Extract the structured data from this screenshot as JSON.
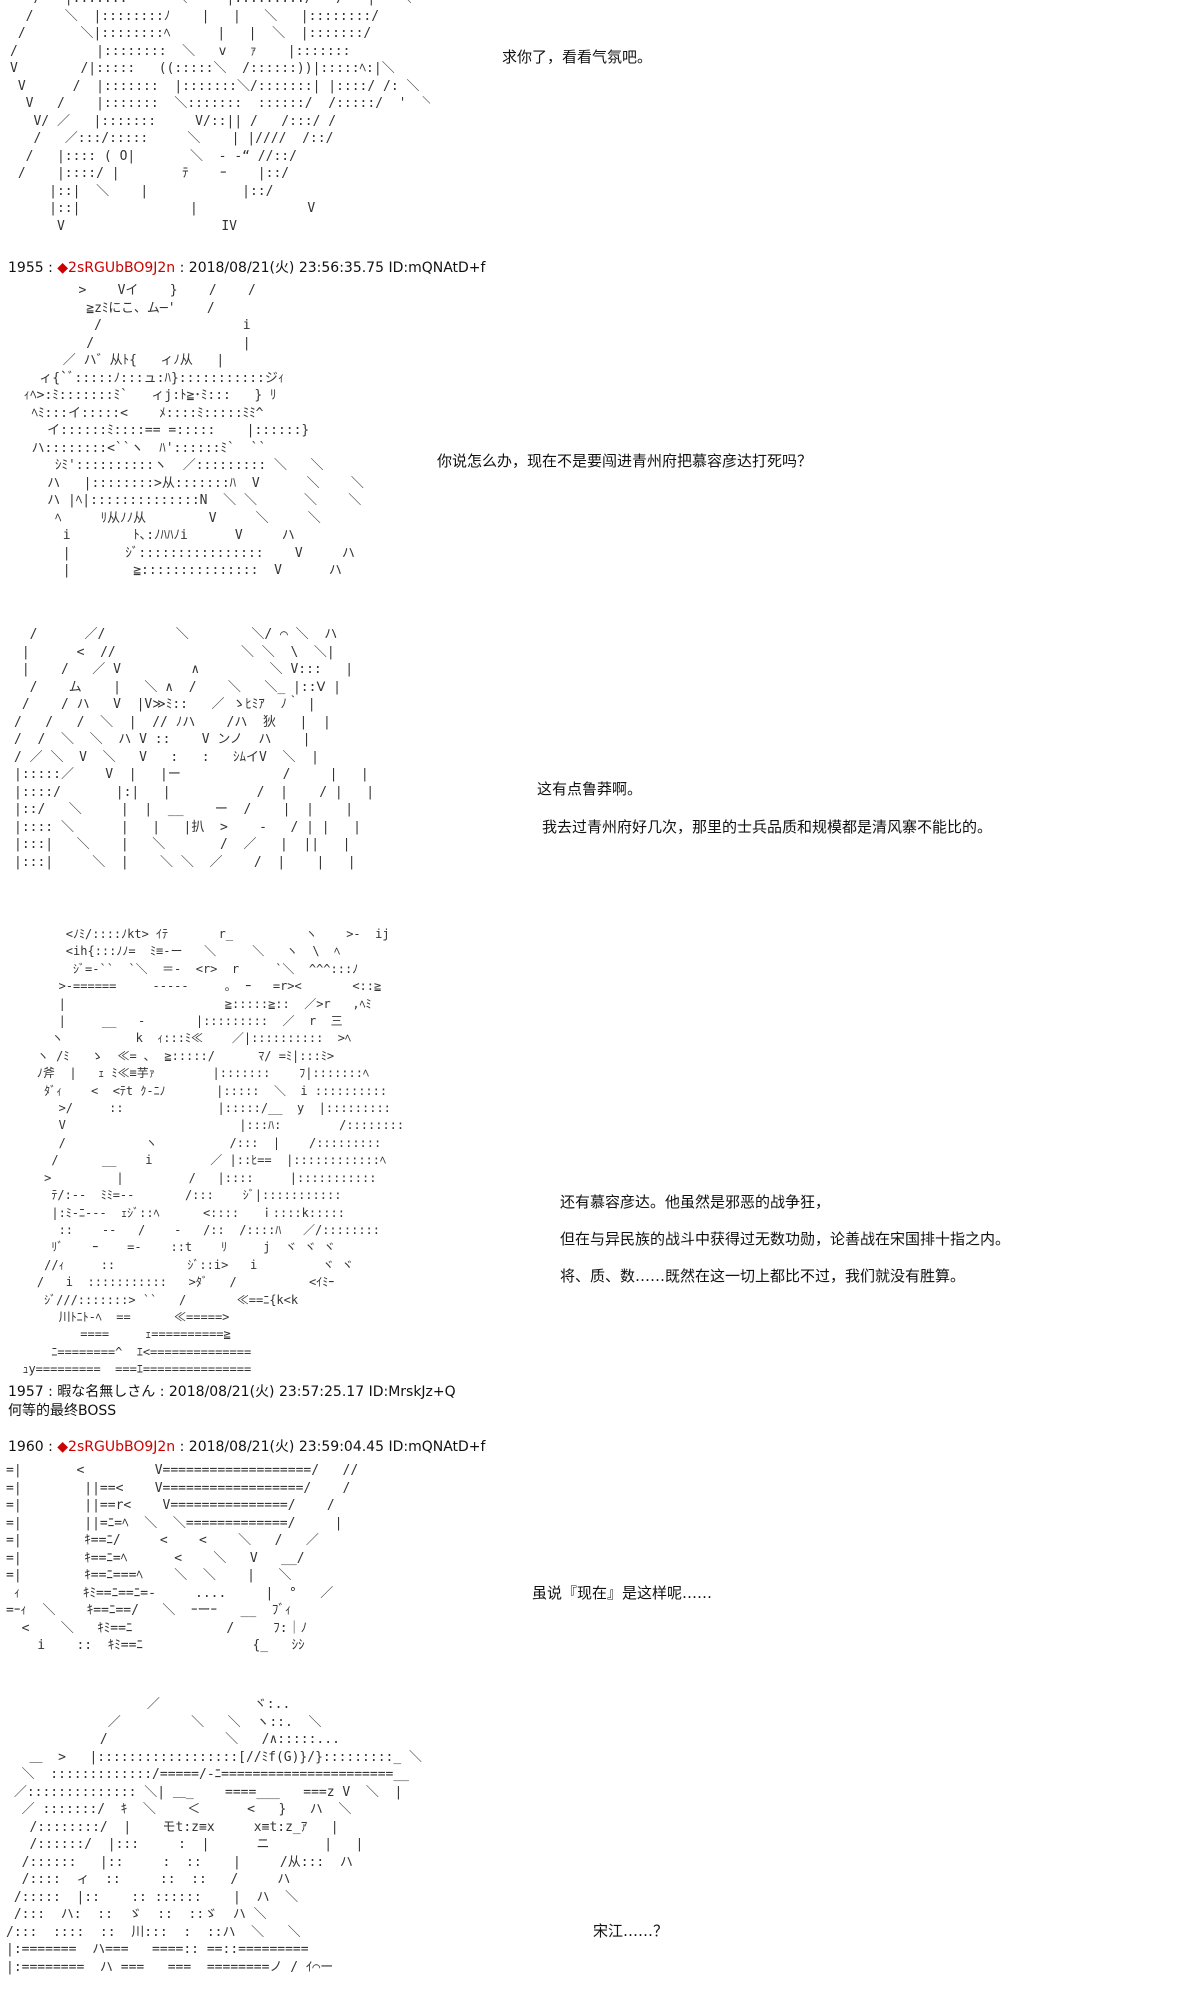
{
  "posts": [
    {
      "number": "1955",
      "name": "2sRGUbBO9J2n",
      "datetime": "2018/08/21(火) 23:56:35.75",
      "id": "ID:mQNAtD+f"
    },
    {
      "number": "1957",
      "name": "暇な名無しさん",
      "datetime": "2018/08/21(火) 23:57:25.17",
      "id": "ID:MrskJz+Q",
      "body": "何等的最终BOSS"
    },
    {
      "number": "1960",
      "name": "2sRGUbBO9J2n",
      "datetime": "2018/08/21(火) 23:59:04.45",
      "id": "ID:mQNAtD+f"
    }
  ],
  "separator": " : ",
  "diamond": "◆",
  "dialogue": {
    "d1": "求你了，看看气氛吧。",
    "d2": "你说怎么办，现在不是要闯进青州府把慕容彦达打死吗？",
    "d3a": "这有点鲁莽啊。",
    "d3b": "我去过青州府好几次，那里的士兵品质和规模都是清风寨不能比的。",
    "d4a": "还有慕容彦达。他虽然是邪恶的战争狂，",
    "d4b": "但在与异民族的战斗中获得过无数功勋，论善战在宋国排十指之内。",
    "d4c": "将、质、数……既然在这一切上都比不过，我们就没有胜算。",
    "d5": "虽说『现在』是这样呢……",
    "d6": "宋江……？"
  },
  "ascii_art": {
    "a1": "   /   |:::::::  ─   ＼     |:::::::::/   /   |   ＼\n  /    ＼  |::::::::ﾉ    |   |   ＼   |::::::::/            |\n /       ＼|::::::::ﾍ      |   |  ＼  |:::::::/             |\n/          |::::::::  ＼   v   ｧ    |:::::::                \nV        /|:::::   ((:::::＼  /::::::))|:::::ﾍ:|＼\n V      /  |:::::::  |:::::::＼/:::::::| |::::/ /: ＼\n  V   /    |:::::::  ＼:::::::  ::::::/  /:::::/  '  ＼\n   V/ ／   |:::::::     V/::|| /   /:::/ /      \n   /   ／:::/:::::     ＼    | |////  /::/   \n  /   |:::: ( O|       ＼  - -“ //::/   \n /    |::::/ |        ﾃ    ｰ    |::/    \n     |::|  ＼    |            |::/     \n     |::|              |              V      \n      V                    IV       ",
    "a2": "         >    Vイ    }    /    /\n          ≧zﾐにこ、ム─'    /\n           /                  i\n          /                   |\n       ／ ハ゛从ﾄ{   ィﾉ从   |\n    ィ{`ﾞ:::::ﾉ:::ュ:ﾊ}:::::::::::ジｨ\n  ｨﾍ>:ﾐ:::::::ﾐ`   ィj:ﾄ≧･ﾐ:::   } ﾘ\n   ﾍﾐ:::イ:::::<    ﾒ::::ﾐ:::::ﾐﾐ^\n     イ::::::ﾐ::::== =:::::    |::::::}\n   ハ::::::::<``ヽ  ﾊ'::::::ﾐ`  ``\n      ｼﾐ'::::::::::ヽ  ／::::::::: ＼   ＼\n     ハ   |::::::::>从:::::::ﾊ  V      ＼    ＼\n     ハ |ﾍ|::::::::::::::N  ＼ ＼      ＼    ＼\n      ﾍ     ﾘ从ﾉﾉ从        V     ＼     ＼\n       i        ﾄ､:ﾉﾊﾊﾉi      V     ハ\n       |       ｼﾞ::::::::::::::::    V     ハ\n       |        ≧:::::::::::::::  V      ハ",
    "a3": "  /      ／/         ＼        ＼/ ⌒ ＼  ハ\n |      <  //                ＼ ＼  \\  ＼|\n |    /   ／ V         ∧         ＼ V:::   |\n  /    ム    |   ＼ ∧  /    ＼   ＼_ |::Ⅴ |\n /    / ハ   V  |V≫ﾐ::   ／ ゝﾋﾐｱ  ﾉ｀ |\n/   /   /  ＼  |  // ﾉハ    /ハ  狄   |  |\n/  /  ＼  ＼  ハ V ::    V ンノ  ハ    |\n/ ／ ＼  V  ＼   V   :   :   ｼﾑイV  ＼  |\n|:::::／    V  |   |ー             /     |   |\n|::::/       |:|   |           /  |    / |   |\n|::/   ＼     |  |  __    ー  /    |  |    |\n|:::: ＼      |   |   |扒  >    -   / | |   |\n|:::|   ＼    |   ＼       /  ／   |  ||   |\n|:::|     ＼  |    ＼ ＼  ／    /  |    |   |",
    "a4": "        <ﾉﾐ/::::ﾉkt> ｲﾃ       r_          ヽ    >-  ij\n        <ih{:::ﾉﾉ=  ﾐ≡-ー   ＼     ＼   ヽ  \\  ﾍ\n         ｼﾞ=-``  `＼  ＝-  <r>  r     `＼  ^^^:::ﾉ\n       >-======     -----     ｡  ｰ   =r><       <::≧\n       |                      ≧:::::≧::  ／>r   ,ﾍﾐ\n       |     __   -       |:::::::::  ／  r  三\n      ヽ          k  ｨ:::ﾐ≪    ／|::::::::::  >ﾍ\n    ヽ /ﾐ   ゝ  ≪= ､  ≧:::::/      ﾏ/ =ﾐ|:::ﾐ>\n    ﾉ斧  |   ｪ ﾐ≪≡芋ｧ        |:::::::    ﾌ|:::::::ﾍ\n     ﾀﾞｨ    <  <ﾃt ｸ-ﾆﾉ       |:::::  ＼  i ::::::::::\n       >/     ::             |:::::/__  y  |:::::::::\n       V                        |:::ﾊ:        /::::::::\n       /           ヽ          /:::  |    /:::::::::\n      /      __    i        ／ |::ﾋ==  |::::::::::::ﾍ\n     >         |         /   |::::     |:::::::::::\n      ﾃ/:--  ﾐﾐ=--       /:::    ｼﾞ|:::::::::::\n      |:ﾐ-ﾆ---  ｪｼﾞ::ﾍ      <::::   ｉ::::k:::::\n       ::    --   /    -   /::  /::::ﾊ   ／/::::::::\n      ﾘﾞ    ｰ    =-    ::t    ﾘ     j  ヾ ヾ ヾ\n     //ｨ     ::          ｼﾞ::i>   i         ヾ ヾ\n    /   i  :::::::::::   >ﾀﾞ   /          <ｲﾐｰ\n     ｼﾞ///:::::::> ``   /       ≪==ﾆ{k<k\n       川ﾄﾆﾄ-ﾍ  ==      ≪=====>\n          ====     ｪ==========≧\n      ﾆ========^  ｴ<==============\n  ｭy=========  ===ｴ===============",
    "a5": "=|       <         V===================/   //\n=|        ||==<    V==================/    /\n=|        ||==r<    V===============/    /\n=|        ||=ﾆ=ﾍ  ＼  ＼=============/     |\n=|        ｷ==ﾆ/     <    <    ＼   /   ／\n=|        ｷ==ﾆ=ﾍ      <    ＼   V   __/\n=|        ｷ==ﾆ===ﾍ    ＼  ＼    |   ＼\n ｨ        ｷﾐ==ﾆ==ﾆ=-     ....     |  °   ／\n=ｰｨ  ＼    ｷ==ﾆ==/   ＼  ｰーｰ   __  ﾌﾞｨ\n  <    ＼   ｷﾐ==ﾆ            /     ﾌ:｜ﾉ\n    i    ::  ｷﾐ==ﾆ              {_   ｼｼ",
    "a6": "                  ／            ヾ:..\n             ／         ＼   ＼  ヽ::.  ＼\n            /               ＼   /∧:::::...\n   ＿  >   |::::::::::::::::::[//ﾐf(G)}/}:::::::::_ ＼\n  ＼  :::::::::::::/=====/-ﾆ======================__\n ／:::::::::::::: ＼| ＿_    ====___   ===z V  ＼  |\n  ／ :::::::/  ｷ  ＼    ＜      <   }   ハ  ＼\n   /::::::::/  |    モt:z≡x     x≡t:z_ｱ   |\n   /::::::/  |:::     :  |      ニ       |   |\n  /::::::   |::     :  ::    |     /从:::  ハ\n  /::::  ィ  ::     ::  ::   /     ハ\n /:::::  |::    :: ::::::    |  ハ  ＼\n /:::  ハ:  ::  ゞ  ::  ::ゞ  ハ ＼\n/:::  ::::  ::  川:::  :  ::ハ  ＼   ＼\n|:=======  ハ===   ====:: ==::=========\n|:========  ハ ===   ===  ========ノ / ｲ⌒ー"
  }
}
